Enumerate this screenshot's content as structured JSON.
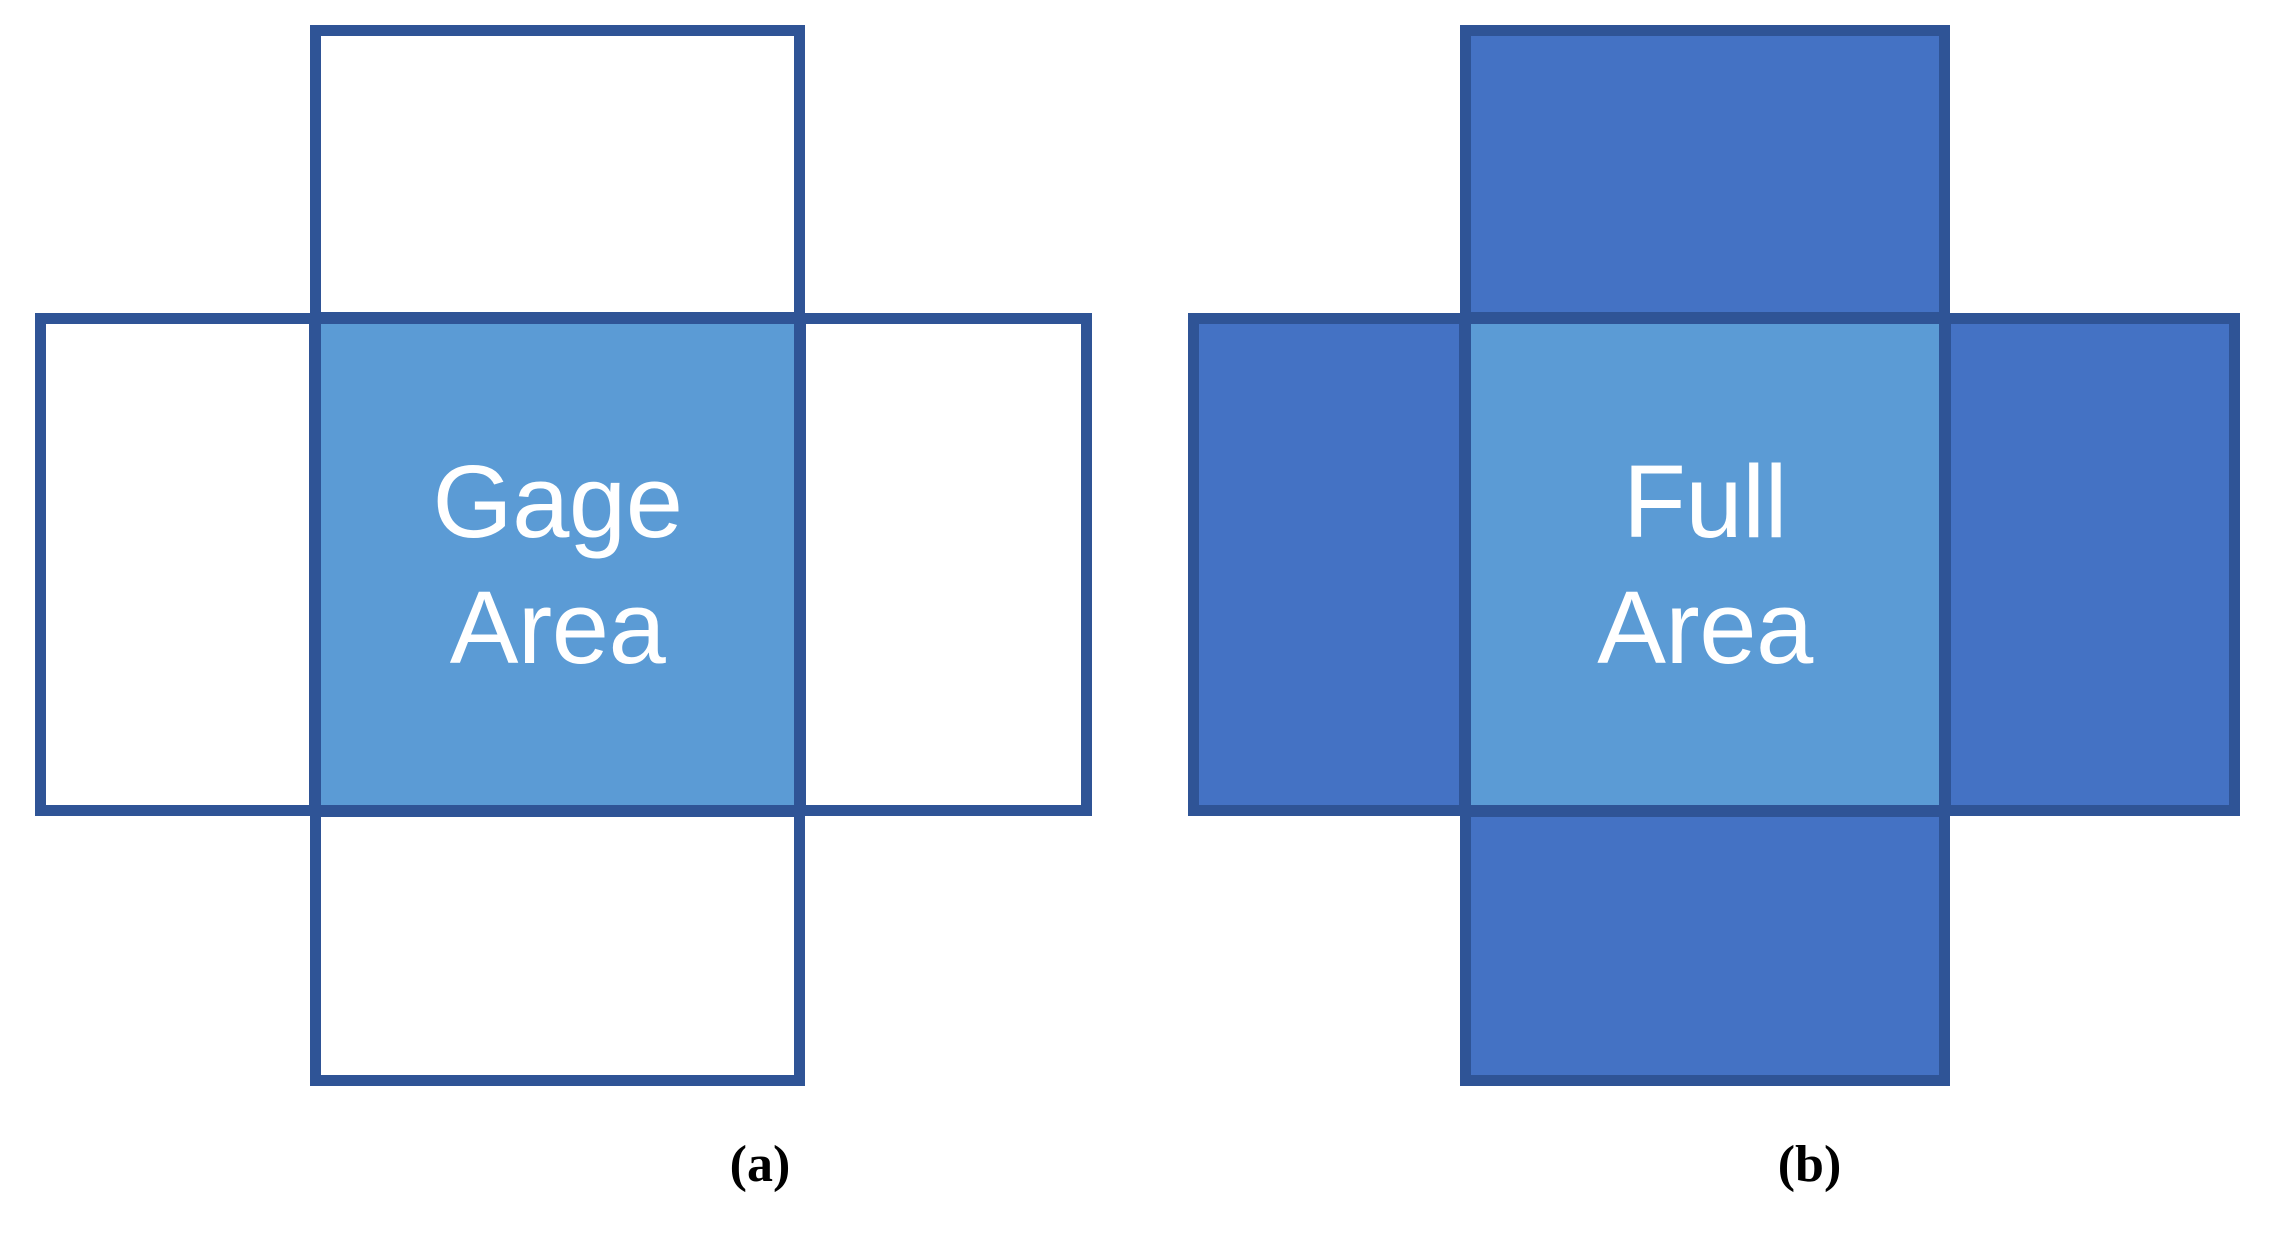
{
  "figure": {
    "background_color": "#FFFFFF",
    "colors": {
      "outline": "#2F5496",
      "mid_blue_fill": "#4472C4",
      "light_blue_fill": "#5B9BD5",
      "text_on_fill": "#FFFFFF",
      "caption_text": "#000000"
    }
  },
  "panels": [
    {
      "id": "a",
      "caption": "(a)",
      "center_label_line1": "Gage",
      "center_label_line2": "Area",
      "center_fill": "#5B9BD5",
      "arm_fill": "#FFFFFF",
      "cells": [
        {
          "name": "top",
          "fill": "#FFFFFF"
        },
        {
          "name": "left",
          "fill": "#FFFFFF"
        },
        {
          "name": "center",
          "fill": "#5B9BD5"
        },
        {
          "name": "right",
          "fill": "#FFFFFF"
        },
        {
          "name": "bottom",
          "fill": "#FFFFFF"
        }
      ]
    },
    {
      "id": "b",
      "caption": "(b)",
      "center_label_line1": "Full",
      "center_label_line2": "Area",
      "center_fill": "#5B9BD5",
      "arm_fill": "#4472C4",
      "cells": [
        {
          "name": "top",
          "fill": "#4472C4"
        },
        {
          "name": "left",
          "fill": "#4472C4"
        },
        {
          "name": "center",
          "fill": "#5B9BD5"
        },
        {
          "name": "right",
          "fill": "#4472C4"
        },
        {
          "name": "bottom",
          "fill": "#4472C4"
        }
      ]
    }
  ]
}
